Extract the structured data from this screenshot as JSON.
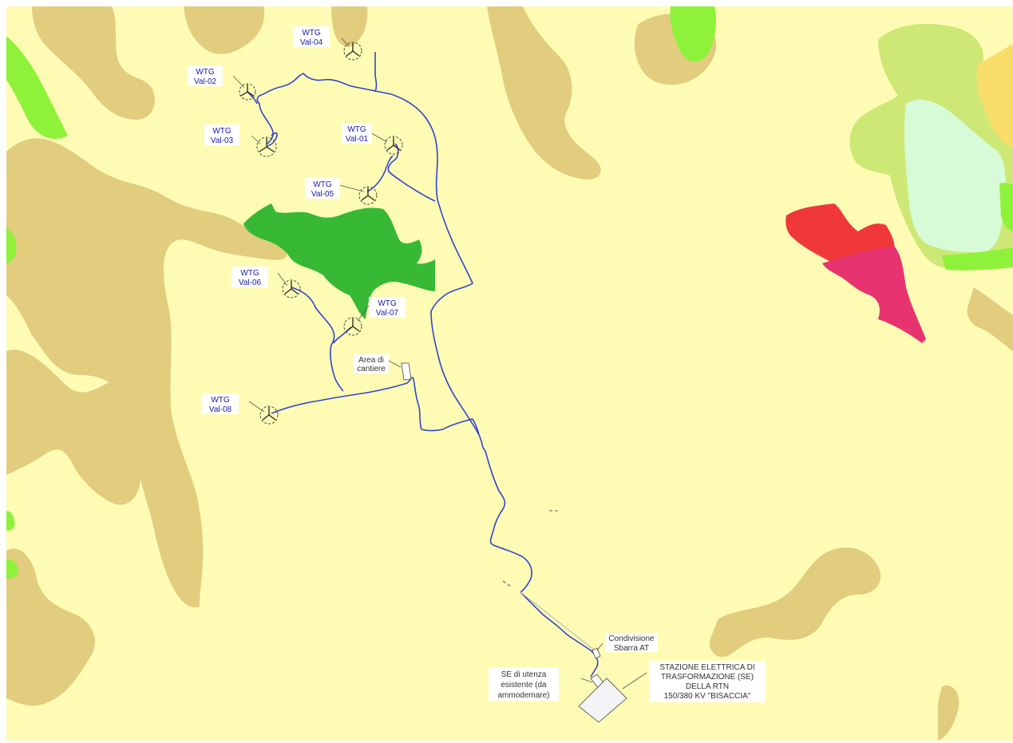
{
  "colors": {
    "base": "#fefcb4",
    "tan": "#e2cc7e",
    "light_green": "#8ef23a",
    "dark_green": "#37b935",
    "red": "#f0383a",
    "pink": "#e73470",
    "pale_cyan": "#d6fbd6",
    "lime": "#cde875",
    "orange_yellow": "#f8dd6a",
    "cable": "#3344cc"
  },
  "turbines": [
    {
      "id": "Val-01",
      "line1": "WTG",
      "line2": "Val-01"
    },
    {
      "id": "Val-02",
      "line1": "WTG",
      "line2": "Val-02"
    },
    {
      "id": "Val-03",
      "line1": "WTG",
      "line2": "Val-03"
    },
    {
      "id": "Val-04",
      "line1": "WTG",
      "line2": "Val-04"
    },
    {
      "id": "Val-05",
      "line1": "WTG",
      "line2": "Val-05"
    },
    {
      "id": "Val-06",
      "line1": "WTG",
      "line2": "Val-06"
    },
    {
      "id": "Val-07",
      "line1": "WTG",
      "line2": "Val-07"
    },
    {
      "id": "Val-08",
      "line1": "WTG",
      "line2": "Val-08"
    }
  ],
  "labels": {
    "area_cantiere": [
      "Area di",
      "cantiere"
    ],
    "condivisione": [
      "Condivisione",
      "Sbarra AT"
    ],
    "se_utenza": [
      "SE di utenza",
      "esistente (da",
      "ammodemare)"
    ],
    "stazione": [
      "STAZIONE ELETTRICA DI",
      "TRASFORMAZIONE (SE)",
      "DELLA RTN",
      "150/380 KV \"BISACCIA\""
    ]
  }
}
